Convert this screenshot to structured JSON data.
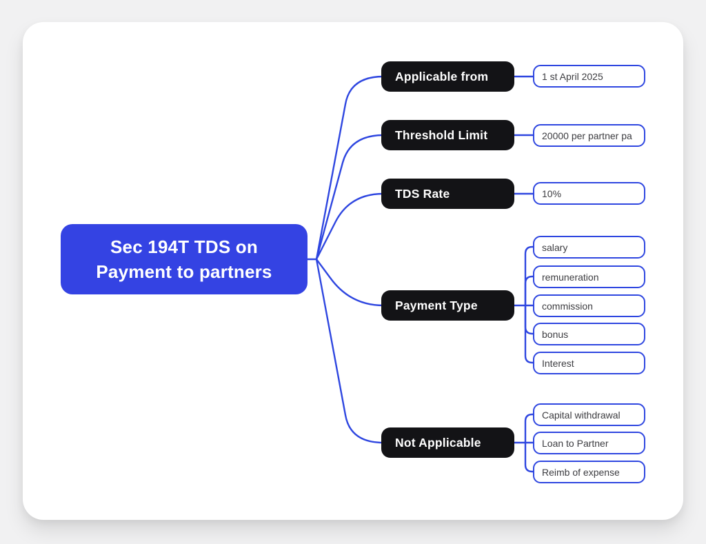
{
  "colors": {
    "page_background": "#f1f1f2",
    "card_background": "#ffffff",
    "root_fill": "#3443e3",
    "branch_fill": "#131316",
    "connector_blue": "#2e46e0",
    "leaf_border_blue": "#2e46e0",
    "root_text": "#ffffff",
    "branch_text": "#ffffff",
    "leaf_text": "#3c3c40"
  },
  "map": {
    "root": {
      "label": "Sec 194T TDS on Payment to partners",
      "line1": "Sec 194T TDS on",
      "line2": "Payment to partners"
    },
    "branches": [
      {
        "label": "Applicable from",
        "children": [
          {
            "label": "1 st April 2025"
          }
        ]
      },
      {
        "label": "Threshold Limit",
        "children": [
          {
            "label": "20000 per partner pa"
          }
        ]
      },
      {
        "label": "TDS Rate",
        "children": [
          {
            "label": "10%"
          }
        ]
      },
      {
        "label": "Payment Type",
        "children": [
          {
            "label": "salary"
          },
          {
            "label": "remuneration"
          },
          {
            "label": "commission"
          },
          {
            "label": "bonus"
          },
          {
            "label": "Interest"
          }
        ]
      },
      {
        "label": "Not Applicable",
        "children": [
          {
            "label": "Capital withdrawal"
          },
          {
            "label": "Loan to Partner"
          },
          {
            "label": "Reimb of expense"
          }
        ]
      }
    ]
  }
}
